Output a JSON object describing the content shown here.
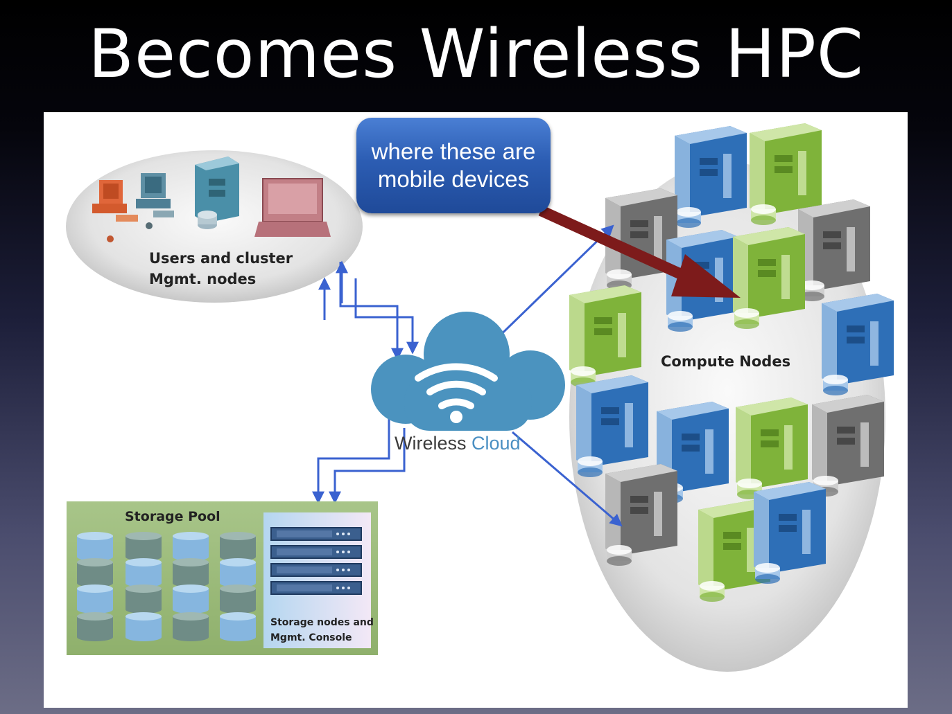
{
  "slide": {
    "title": "Becomes Wireless HPC"
  },
  "callout": {
    "line1": "where these are",
    "line2": "mobile devices"
  },
  "diagram": {
    "users_label_line1": "Users and cluster",
    "users_label_line2": "Mgmt. nodes",
    "cloud_label_word1": "Wireless",
    "cloud_label_word2": "Cloud",
    "compute_label": "Compute Nodes",
    "storage_pool_label": "Storage Pool",
    "storage_nodes_label_line1": "Storage nodes and",
    "storage_nodes_label_line2": "Mgmt. Console"
  },
  "colors": {
    "arrow": "#7d1b1b",
    "link": "#3a62d0",
    "cloud": "#4b93bf",
    "callout": "#2c5db3",
    "storage_bg": "#9fbe7e",
    "server_blue": "#2e6fb7",
    "server_green": "#7fb33a",
    "server_gray": "#6f6f6f"
  }
}
